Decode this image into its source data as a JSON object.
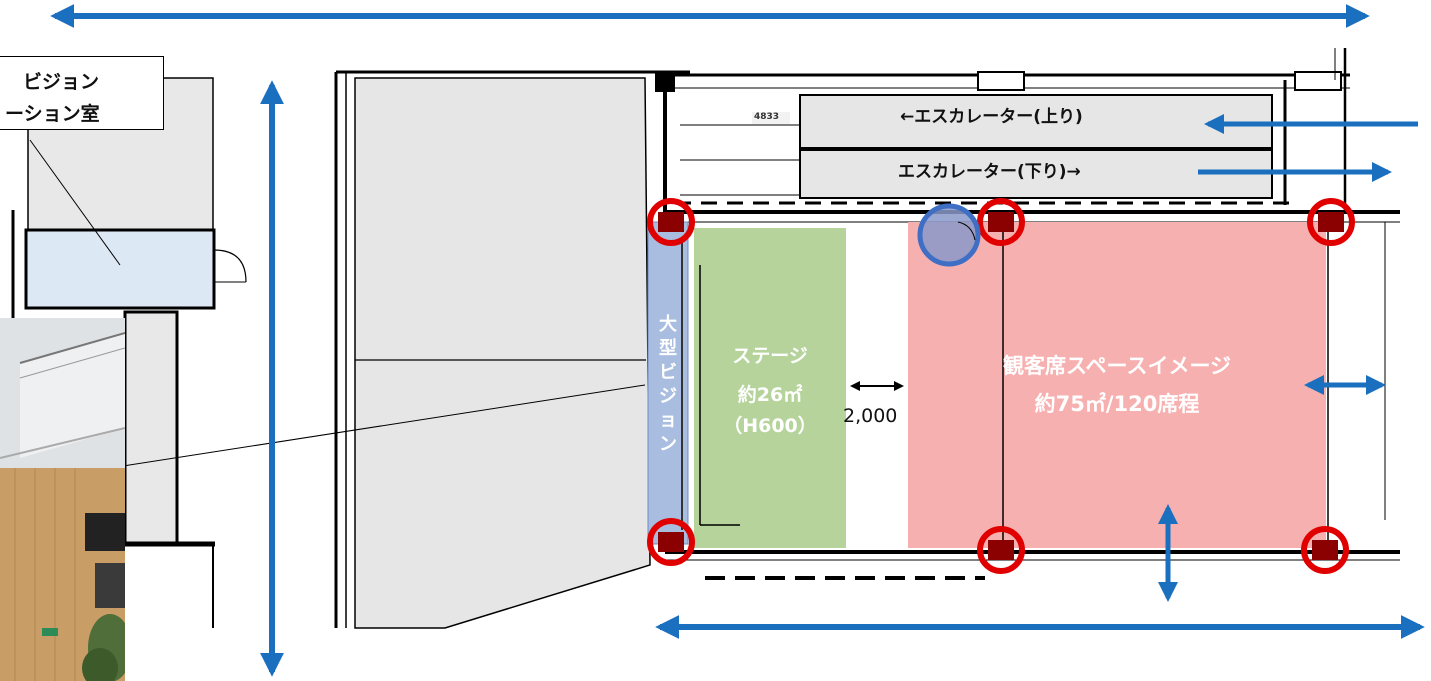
{
  "callout": {
    "line1": "ビジョン",
    "line2": "ーション室"
  },
  "escalator": {
    "up": "←エスカレーター(上り)",
    "down": "エスカレーター(下り)→"
  },
  "dimension_small": "4833",
  "vision": {
    "label": "大型ビジョン",
    "chars": [
      "大",
      "型",
      "ビ",
      "ジ",
      "ョ",
      "ン"
    ]
  },
  "stage": {
    "line1": "ステージ",
    "line2": "約26㎡",
    "line3": "（H600）"
  },
  "gap": "2,000",
  "audience": {
    "line1": "観客席スペースイメージ",
    "line2": "約75㎡/120席程"
  },
  "colors": {
    "arrow_blue": "#1a6fbf",
    "pillar_red": "#e00000",
    "stage_green": "#b5d39b",
    "audience_pink": "#f7b0b0",
    "vision_blue": "#a9bde0",
    "room_blue": "#dde8f5",
    "wall_gray": "#e6e6e6"
  }
}
